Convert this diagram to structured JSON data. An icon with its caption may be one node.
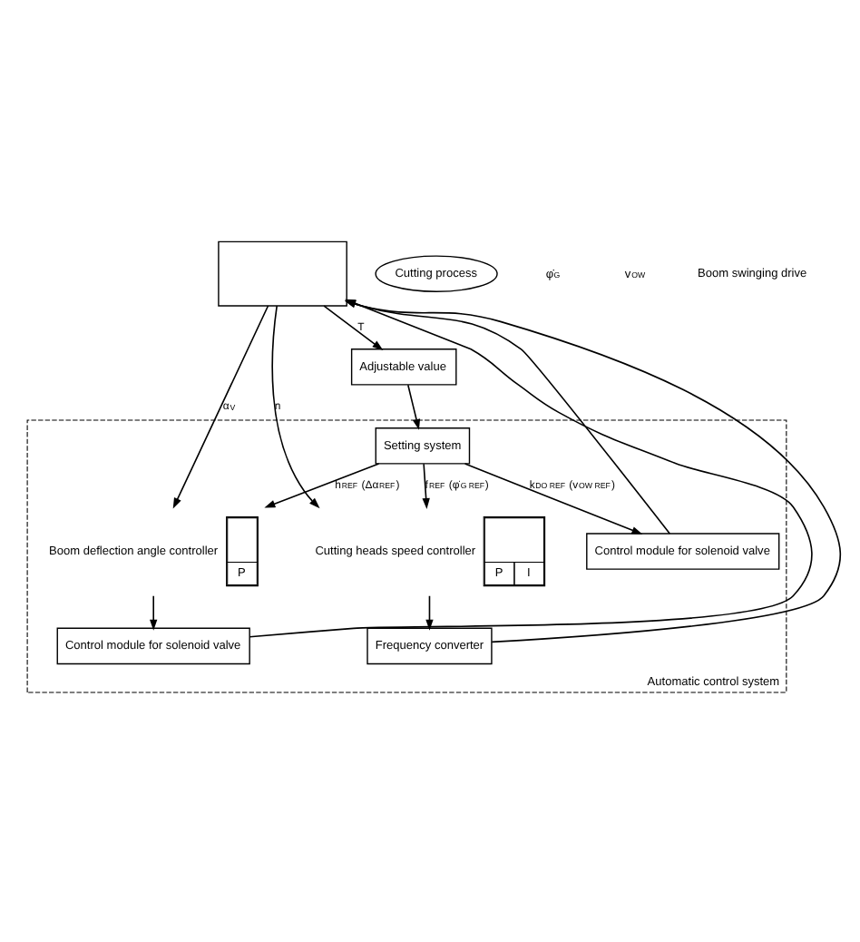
{
  "diagram": {
    "nodes": [
      {
        "text": [],
        "shape": "box"
      },
      {
        "text": [
          "Cutting process"
        ]
      },
      {
        "text": [
          "Automatic control system"
        ]
      },
      {
        "text": [
          "Adjustable value"
        ]
      },
      {
        "text": [
          "Setting system"
        ],
        "in": 2
      },
      {
        "text": [
          "P"
        ],
        "beside": [
          "Boom deflection angle controller"
        ],
        "in": 2
      },
      {
        "text": [
          "P",
          "I"
        ],
        "beside": [
          "Cutting heads speed controller"
        ],
        "in": 2
      },
      {
        "text": [
          "Control module for solenoid valve"
        ],
        "in": 2
      },
      {
        "text": [
          "Control module for solenoid valve"
        ],
        "in": 2
      },
      {
        "text": [
          "Frequency converter"
        ],
        "in": 2
      }
    ],
    "edges": [
      {
        "from": 0,
        "to": 3,
        "arrow": "to",
        "label": "T"
      },
      {
        "from": 3,
        "to": 4,
        "arrow": "to"
      },
      {
        "from": 0,
        "to": 5,
        "arrow": "to",
        "label": "α$_{V}$"
      },
      {
        "from": 4,
        "to": 5,
        "arrow": "to",
        "label": "h$_{REF}$ (Δα$_{REF}$)"
      },
      {
        "from": 4,
        "to": 8,
        "arrow": "to",
        "label": "k$_{DO REF}$ (v$_{OW REF}$)"
      },
      {
        "from": 4,
        "to": 6,
        "arrow": "to",
        "label": "f$_{REF}$ (φ̇$_{G REF}$)"
      },
      {
        "from": 0,
        "to": 6,
        "arrow": "to",
        "label": "n"
      },
      {
        "from": 5,
        "to": 7,
        "arrow": "to"
      },
      {
        "from": 6,
        "to": 9,
        "arrow": "to"
      },
      {
        "from": 7,
        "to": 0,
        "arrow": "to"
      },
      {
        "from": 8,
        "to": 0,
        "arrow": "to"
      },
      {
        "from": 9,
        "to": 0,
        "arrow": "to"
      }
    ],
    "labels": [
      "φ̇$_{G}$",
      "v$_{OW}$",
      "Boom swinging drive"
    ]
  }
}
